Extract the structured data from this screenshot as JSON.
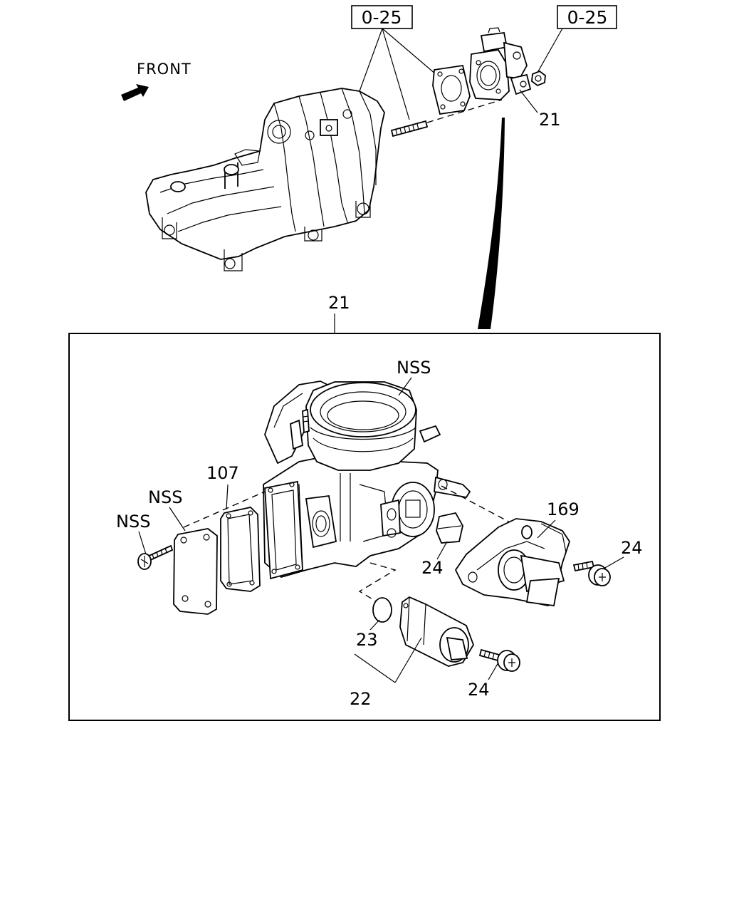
{
  "labels": {
    "front": "FRONT",
    "ref_left": "0-25",
    "ref_right": "0-25",
    "part_21_top": "21",
    "part_21_detail": "21",
    "nss_top": "NSS",
    "nss_cover": "NSS",
    "nss_screw": "NSS",
    "part_107": "107",
    "part_169": "169",
    "part_24_sensor": "24",
    "part_24_bolt": "24",
    "part_24_iac": "24",
    "part_23": "23",
    "part_22": "22"
  }
}
